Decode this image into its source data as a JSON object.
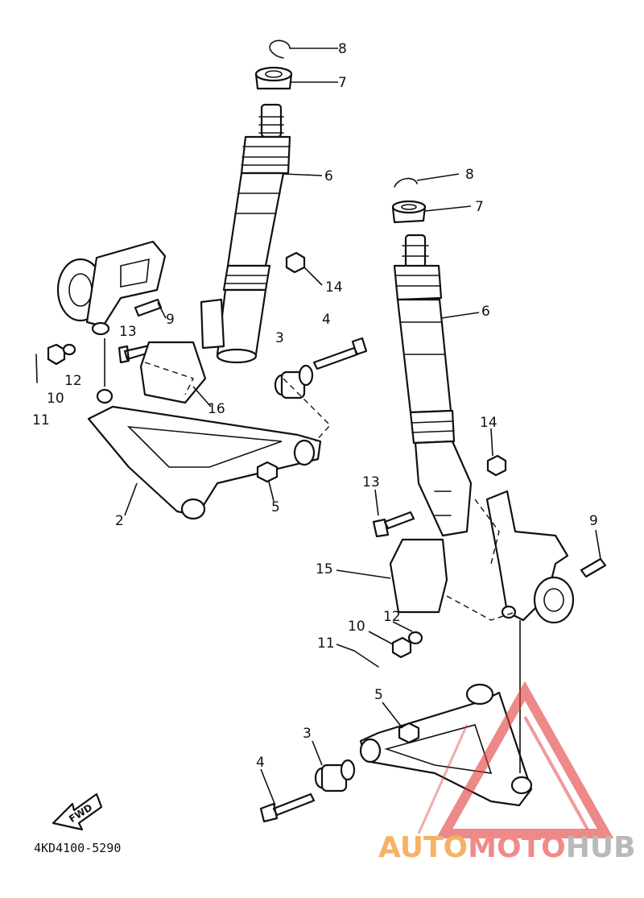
{
  "diagram": {
    "part_numbers_left": [
      "8",
      "7",
      "6",
      "14",
      "9",
      "13",
      "3",
      "4",
      "16",
      "12",
      "10",
      "11",
      "2",
      "5"
    ],
    "part_numbers_right": [
      "8",
      "7",
      "6",
      "14",
      "13",
      "9",
      "15",
      "12",
      "10",
      "11",
      "5",
      "3",
      "4"
    ],
    "catalog_code": "4KD4100-5290",
    "direction_label": "FWD"
  },
  "watermark": {
    "word_1": "AUTO",
    "word_2": "MOTO",
    "word_3": "HUB",
    "colors": {
      "auto": "#f5b267",
      "moto": "#f08a8a",
      "hub": "#b9b9b9",
      "triangle": "#e23b3b"
    }
  }
}
